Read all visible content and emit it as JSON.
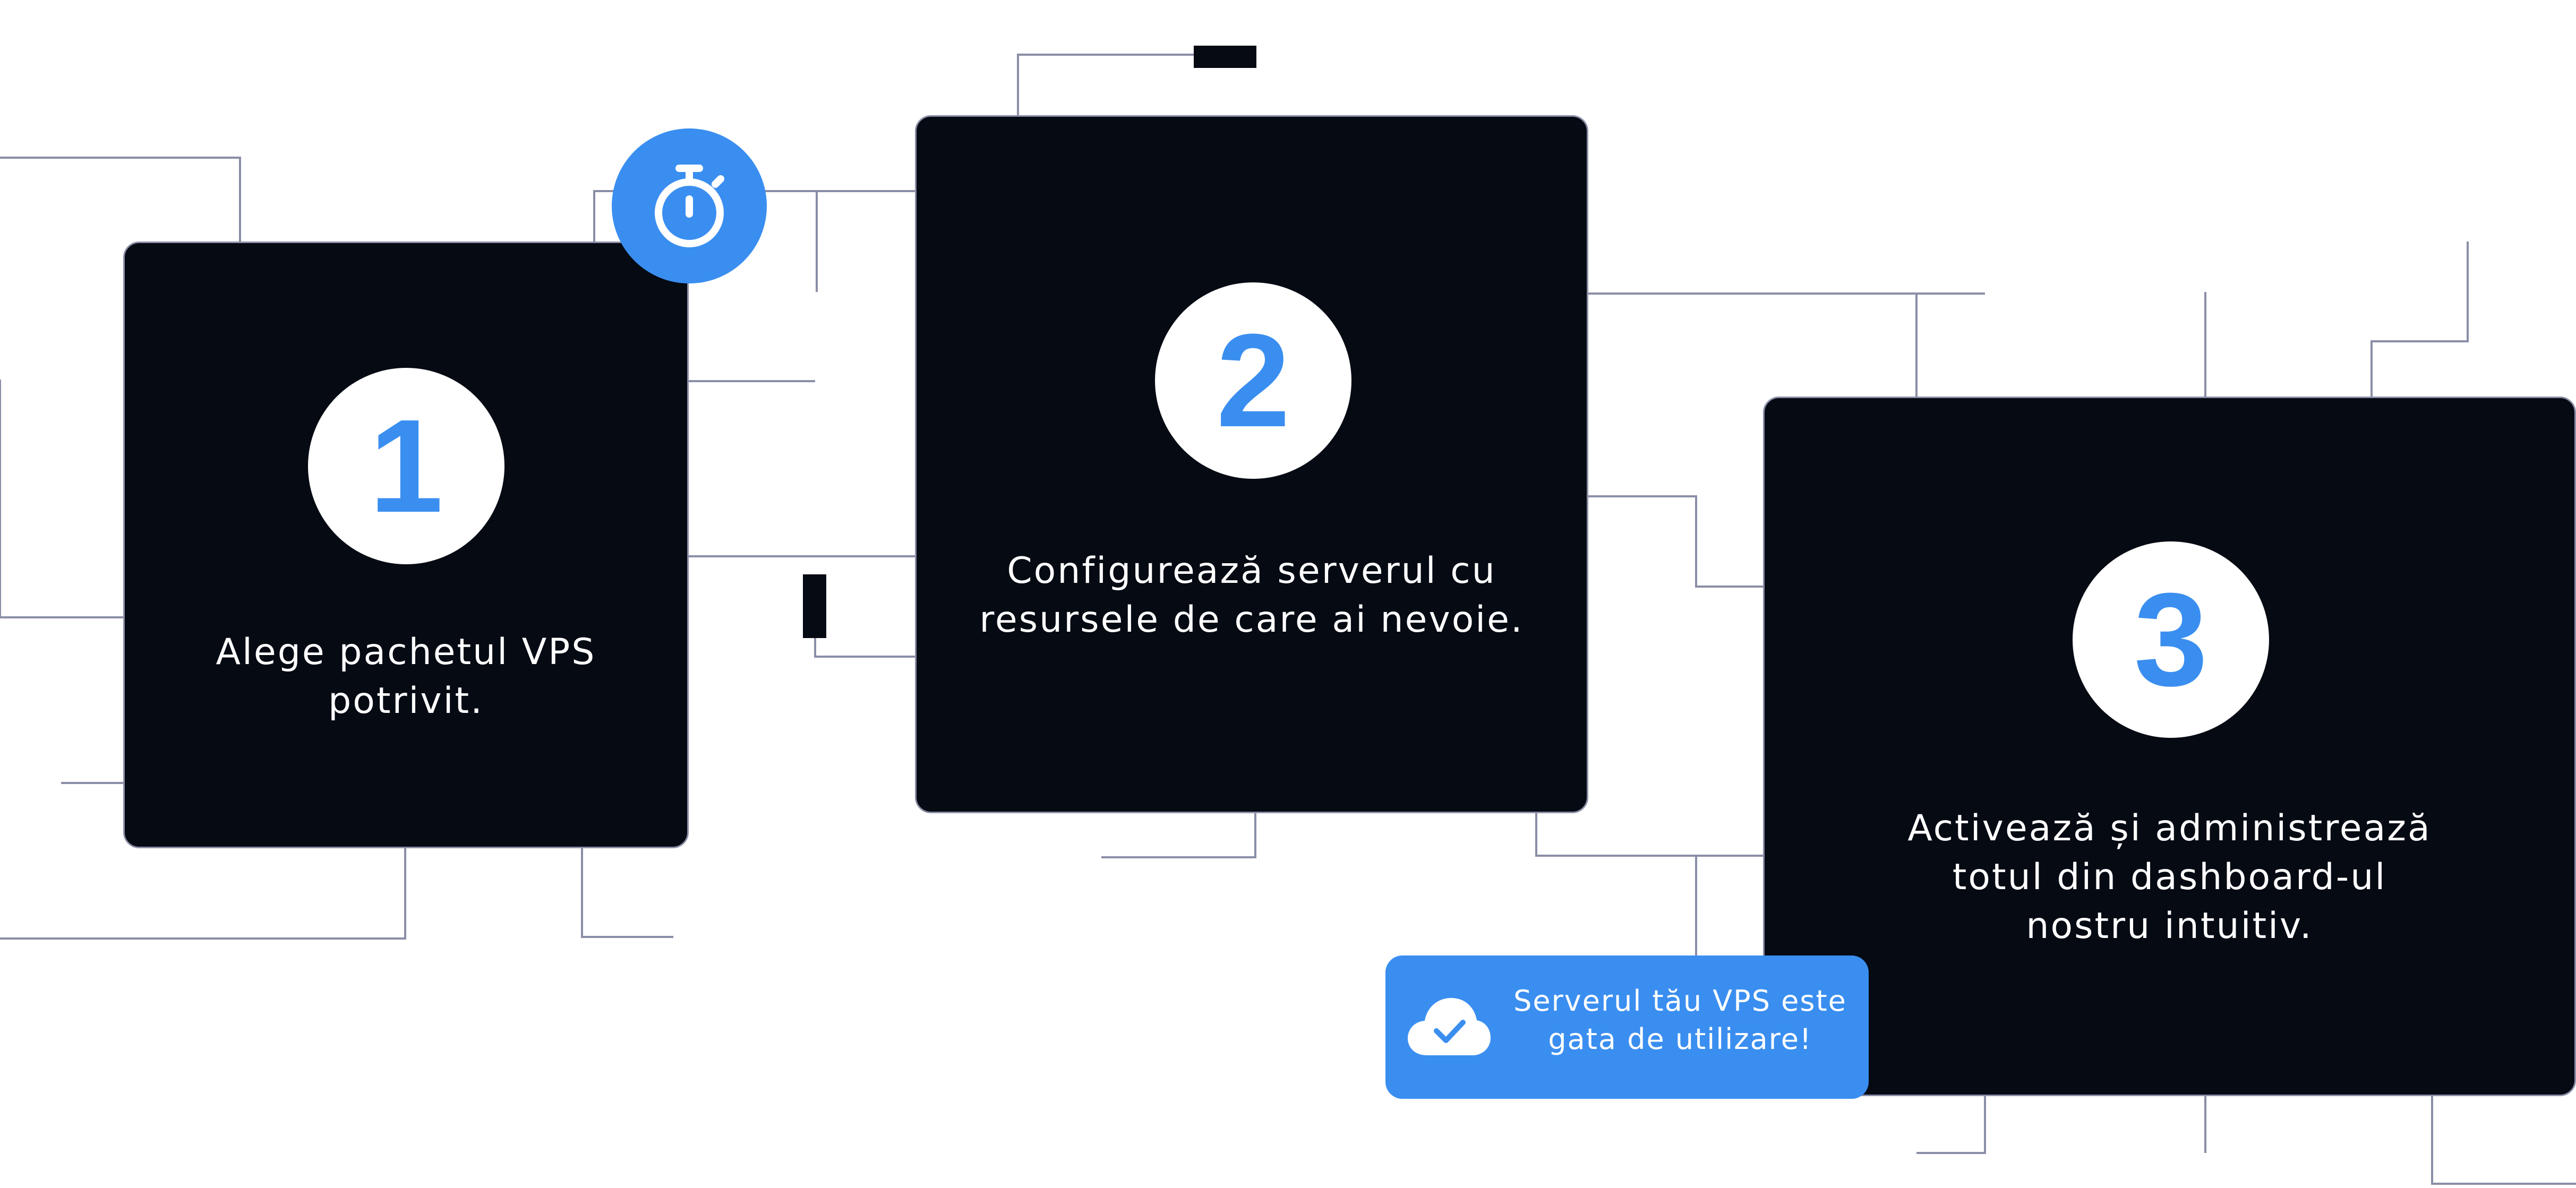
{
  "colors": {
    "accent": "#3a8ef0",
    "card_bg": "#050a13",
    "line": "#8a8ea6",
    "white": "#ffffff"
  },
  "steps": [
    {
      "number": "1",
      "text": "Alege pachetul VPS\npotrivit."
    },
    {
      "number": "2",
      "text": "Configurează serverul cu\nresursele de care ai nevoie."
    },
    {
      "number": "3",
      "text": "Activează și administrează\ntotul din dashboard-ul\nnostru intuitiv."
    }
  ],
  "badge": {
    "icon": "stopwatch-icon"
  },
  "toast": {
    "icon": "cloud-check-icon",
    "text": "Serverul tău VPS este\ngata de utilizare!"
  }
}
